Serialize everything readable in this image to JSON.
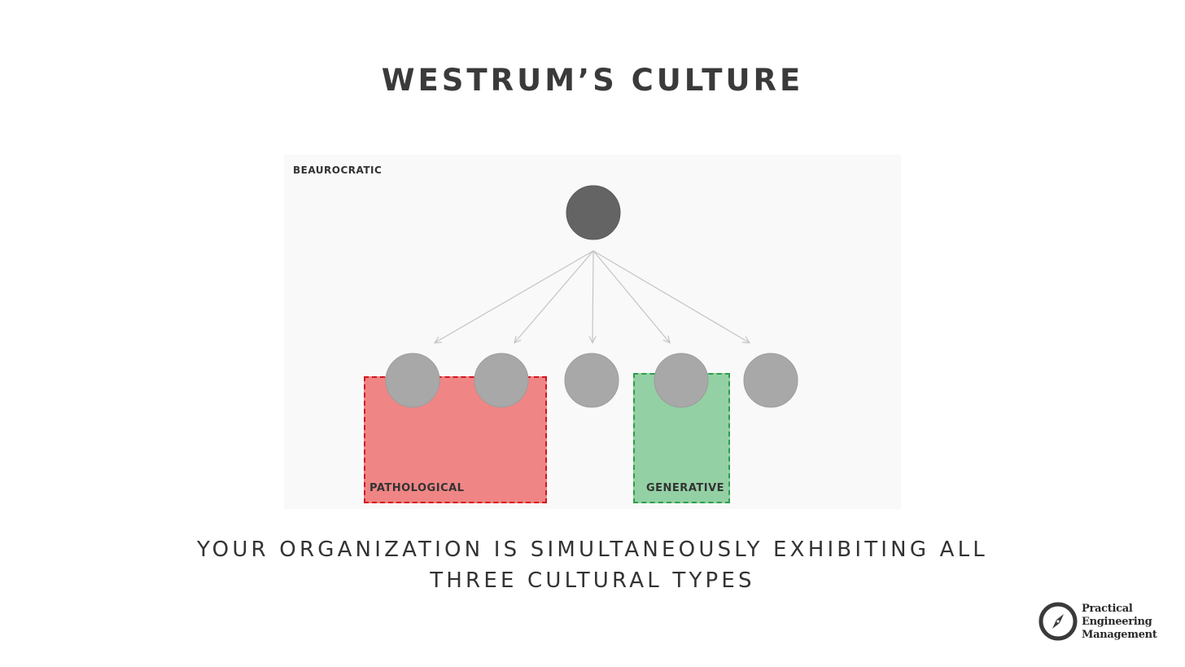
{
  "title": "WESTRUM’S CULTURE",
  "diagram": {
    "outer_label": "BEAUROCRATIC",
    "zones": {
      "pathological": {
        "label": "PATHOLOGICAL",
        "fill": "#ef8585",
        "border": "#d4141e"
      },
      "generative": {
        "label": "GENERATIVE",
        "fill": "#93d0a4",
        "border": "#2e9e4c"
      }
    },
    "node_colors": {
      "root": "#646464",
      "child": "#a8a8a8",
      "edge": "#c4c4c4"
    }
  },
  "subtitle": {
    "line1": "YOUR ORGANIZATION IS SIMULTANEOUSLY EXHIBITING ALL",
    "line2": "THREE CULTURAL TYPES"
  },
  "logo": {
    "icon": "compass-icon",
    "line1": "Practical",
    "line2": "Engineering",
    "line3": "Management"
  }
}
